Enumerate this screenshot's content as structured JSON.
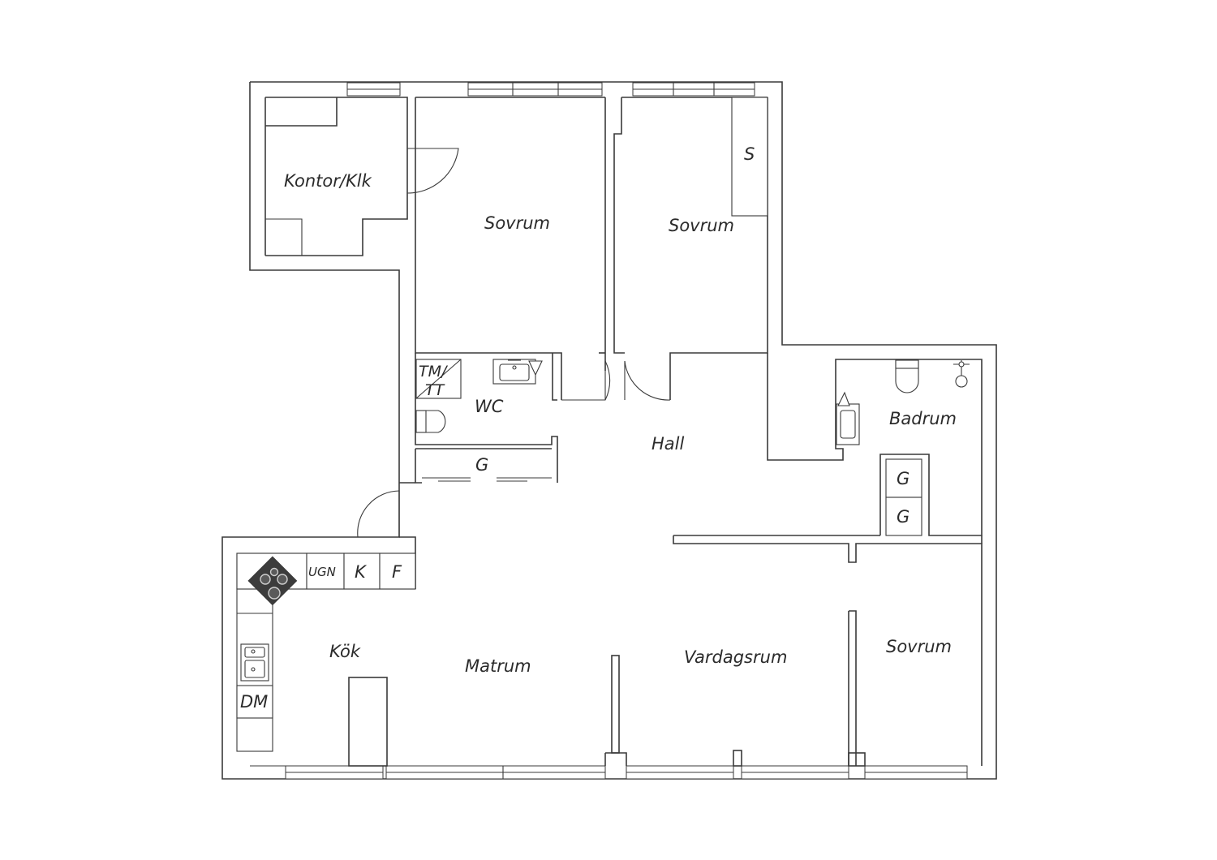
{
  "rooms": {
    "office": "Kontor/Klk",
    "bedroom_1": "Sovrum",
    "bedroom_2": "Sovrum",
    "bedroom_3": "Sovrum",
    "wc": "WC",
    "hall": "Hall",
    "bathroom": "Badrum",
    "kitchen": "Kök",
    "dining": "Matrum",
    "living": "Vardagsrum"
  },
  "fixtures": {
    "storage_s": "S",
    "washer_dryer_line1": "TM/",
    "washer_dryer_line2": "TT",
    "wardrobe_hall": "G",
    "wardrobe_bath_1": "G",
    "wardrobe_bath_2": "G",
    "oven": "UGN",
    "fridge": "K",
    "freezer": "F",
    "dishwasher": "DM"
  },
  "colors": {
    "line": "#3a3a3a",
    "stove": "#3c3c3c",
    "background": "#ffffff"
  }
}
